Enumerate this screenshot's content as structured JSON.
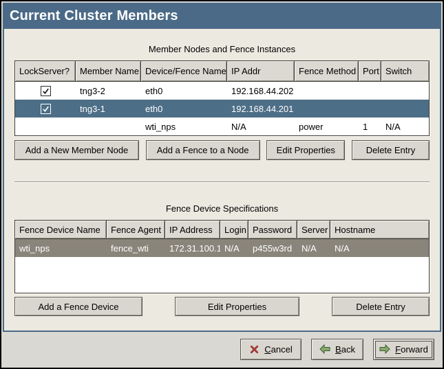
{
  "window": {
    "title": "Current Cluster Members"
  },
  "colors": {
    "titlebar": "#4a6a87",
    "selection_active": "#4d6e87",
    "selection_inactive": "#8a857b",
    "content_bg": "#ece9e1",
    "footer_bg": "#d9d8d2",
    "button_face": "#d9d6cf",
    "header_face": "#dcd9d2",
    "icon_green": "#86a96a",
    "icon_red": "#a33835"
  },
  "members_section": {
    "caption": "Member Nodes and Fence Instances",
    "table": {
      "columns": [
        "LockServer?",
        "Member Name",
        "Device/Fence Name",
        "IP Addr",
        "Fence Method",
        "Port",
        "Switch"
      ],
      "rows": [
        {
          "lockserver_checked": true,
          "selected": false,
          "cells": [
            "",
            "tng3-2",
            "eth0",
            "192.168.44.202",
            "",
            "",
            ""
          ]
        },
        {
          "lockserver_checked": true,
          "selected": true,
          "cells": [
            "",
            "tng3-1",
            "eth0",
            "192.168.44.201",
            "",
            "",
            ""
          ]
        },
        {
          "lockserver_checked": null,
          "selected": false,
          "cells": [
            "",
            "",
            "wti_nps",
            "N/A",
            "power",
            "1",
            "N/A"
          ]
        }
      ]
    },
    "buttons": [
      "Add a New Member Node",
      "Add a Fence to a Node",
      "Edit Properties",
      "Delete Entry"
    ]
  },
  "fence_section": {
    "caption": "Fence Device Specifications",
    "table": {
      "columns": [
        "Fence Device Name",
        "Fence Agent",
        "IP Address",
        "Login",
        "Password",
        "Server",
        "Hostname"
      ],
      "rows": [
        {
          "selected": true,
          "cells": [
            "wti_nps",
            "fence_wti",
            "172.31.100.1",
            "N/A",
            "p455w3rd",
            "N/A",
            "N/A"
          ]
        }
      ]
    },
    "buttons": [
      "Add a Fence Device",
      "Edit Properties",
      "Delete Entry"
    ]
  },
  "footer": {
    "buttons": [
      {
        "label": "Cancel",
        "icon": "cancel-x-icon"
      },
      {
        "label": "Back",
        "icon": "arrow-left-icon"
      },
      {
        "label": "Forward",
        "icon": "arrow-right-icon",
        "default": true
      }
    ]
  }
}
